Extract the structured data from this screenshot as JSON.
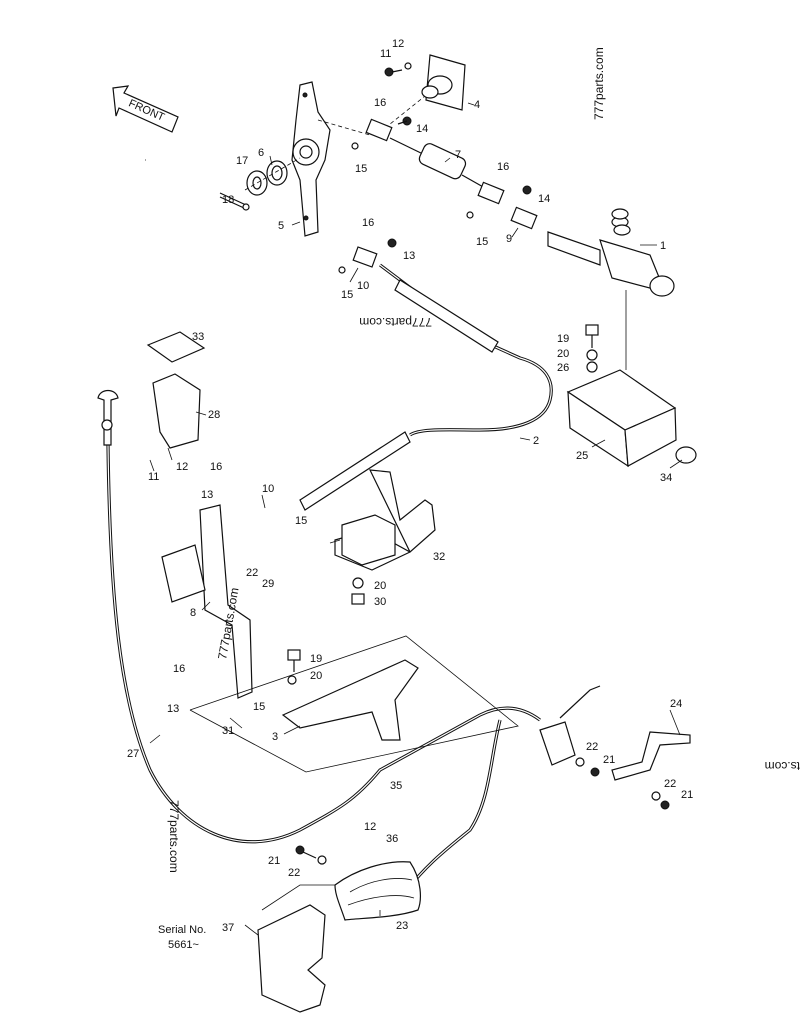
{
  "watermarks": [
    "777parts.com",
    "777parts.com",
    "777parts.com",
    "777parts.com",
    "ts.com"
  ],
  "front_label": "FRONT",
  "serial": {
    "line1": "Serial No.",
    "line2": "5661~"
  },
  "callouts": [
    "1",
    "2",
    "3",
    "4",
    "5",
    "6",
    "7",
    "8",
    "9",
    "10",
    "10",
    "11",
    "11",
    "12",
    "12",
    "12",
    "13",
    "13",
    "13",
    "14",
    "14",
    "15",
    "15",
    "15",
    "15",
    "15",
    "16",
    "16",
    "16",
    "16",
    "16",
    "17",
    "18",
    "19",
    "19",
    "20",
    "20",
    "20",
    "21",
    "21",
    "21",
    "22",
    "22",
    "22",
    "22",
    "23",
    "24",
    "25",
    "26",
    "27",
    "28",
    "29",
    "30",
    "31",
    "32",
    "33",
    "34",
    "35",
    "36",
    "37"
  ]
}
